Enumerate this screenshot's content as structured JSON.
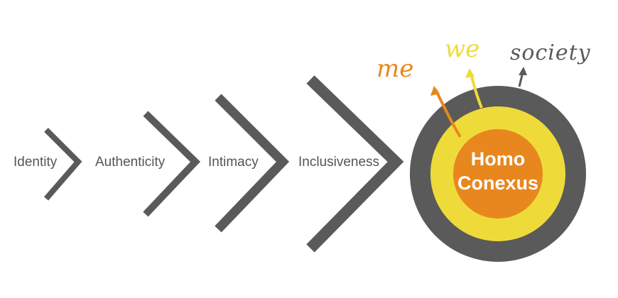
{
  "steps": [
    {
      "label": "Identity"
    },
    {
      "label": "Authenticity"
    },
    {
      "label": "Intimacy"
    },
    {
      "label": "Inclusiveness"
    }
  ],
  "core": {
    "line1": "Homo",
    "line2": "Conexus"
  },
  "rings": [
    {
      "label": "me",
      "color": "#E8871E"
    },
    {
      "label": "we",
      "color": "#EEDB3A"
    },
    {
      "label": "society",
      "color": "#5A5A5A"
    }
  ],
  "colors": {
    "chevron": "#5A5A5A",
    "outer": "#5A5A5A",
    "middle": "#EEDB3A",
    "inner": "#E8871E",
    "text": "#555555"
  }
}
